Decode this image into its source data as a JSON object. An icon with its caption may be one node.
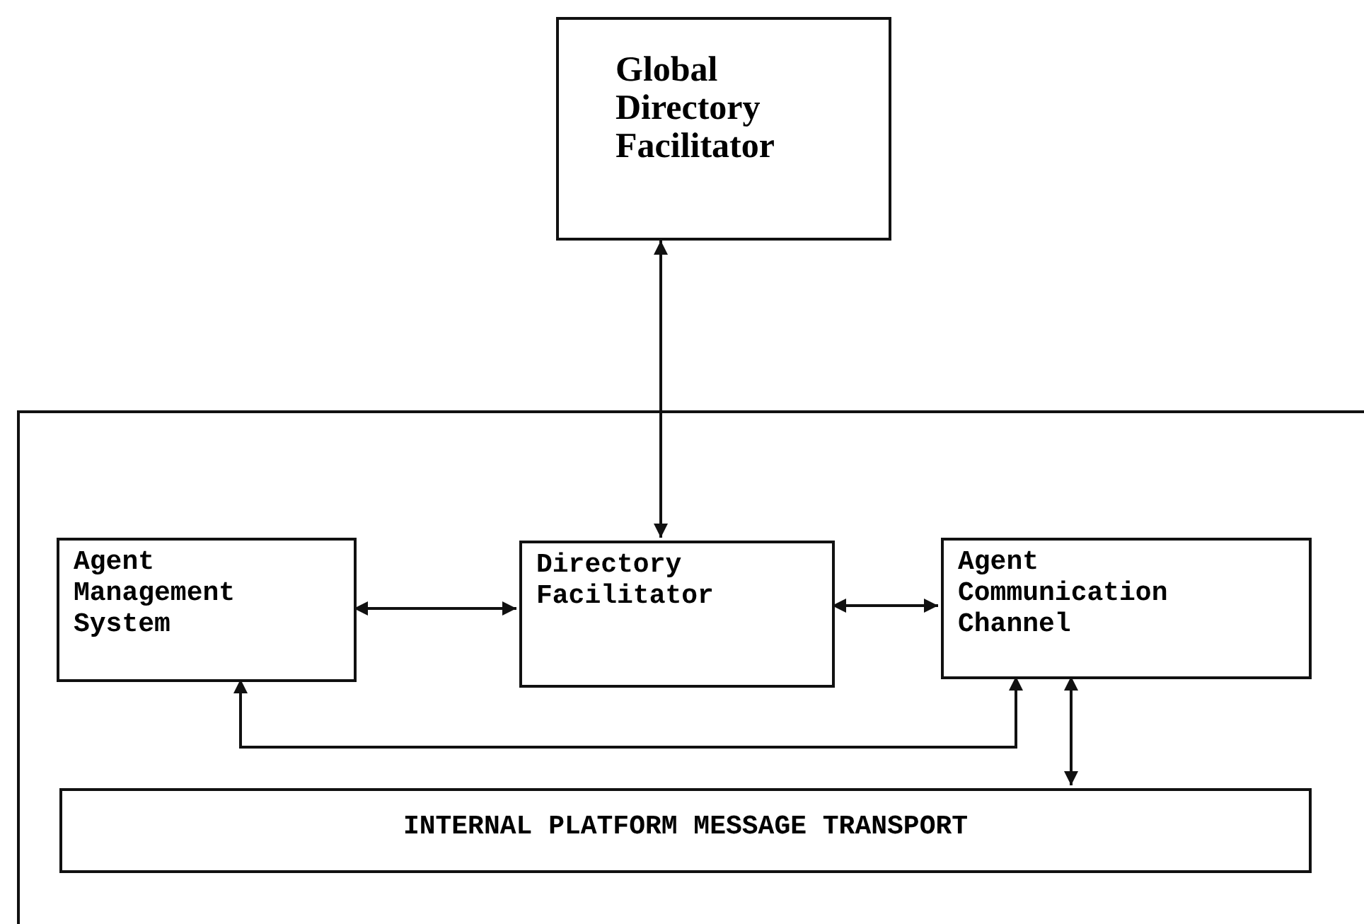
{
  "diagram": {
    "nodes": [
      {
        "text": [
          "Global Directory Facilitator"
        ]
      },
      {
        "text": [],
        "shape": "box"
      },
      {
        "text": [
          "Agent Management System"
        ],
        "in": 1
      },
      {
        "text": [
          "Directory Facilitator"
        ],
        "in": 1
      },
      {
        "text": [
          "Agent Communication Channel"
        ],
        "in": 1
      },
      {
        "text": [
          "INTERNAL PLATFORM MESSAGE TRANSPORT"
        ],
        "in": 1
      }
    ],
    "edges": [
      {
        "from": 0,
        "to": 3,
        "arrow": "both"
      },
      {
        "from": 2,
        "to": 3,
        "arrow": "both"
      },
      {
        "from": 3,
        "to": 4,
        "arrow": "both"
      },
      {
        "from": 2,
        "to": 4,
        "arrow": "both"
      },
      {
        "from": 4,
        "to": 5,
        "arrow": "both"
      }
    ]
  }
}
